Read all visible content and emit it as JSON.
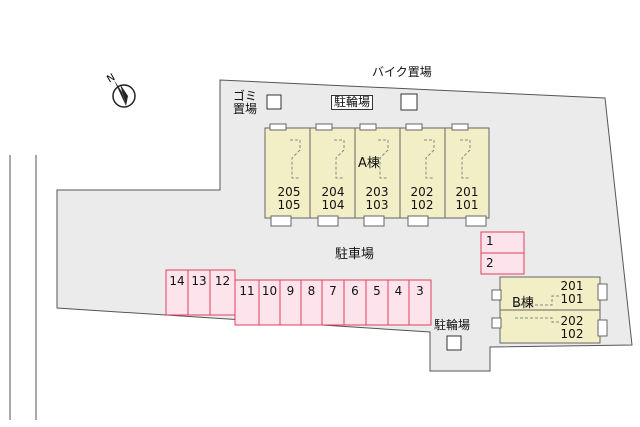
{
  "labels": {
    "garbage": "ゴミ\n置場",
    "bicycle_top": "駐輪場",
    "bike": "バイク置場",
    "parking": "駐車場",
    "bicycle_bottom": "駐輪場"
  },
  "building_a": {
    "name": "A棟",
    "units": [
      {
        "upper": "205",
        "lower": "105"
      },
      {
        "upper": "204",
        "lower": "104"
      },
      {
        "upper": "203",
        "lower": "103"
      },
      {
        "upper": "202",
        "lower": "102"
      },
      {
        "upper": "201",
        "lower": "101"
      }
    ]
  },
  "building_b": {
    "name": "B棟",
    "units": [
      {
        "upper": "201",
        "lower": "101"
      },
      {
        "upper": "202",
        "lower": "102"
      }
    ]
  },
  "parking_spaces": {
    "row": [
      "14",
      "13",
      "12",
      "11",
      "10",
      "9",
      "8",
      "7",
      "6",
      "5",
      "4",
      "3"
    ],
    "right": [
      "1",
      "2"
    ]
  },
  "colors": {
    "lot": "#ebebeb",
    "building": "#f2efc6",
    "parking_fill": "#fde4ec",
    "parking_border": "#e0405a",
    "outline": "#555555"
  },
  "compass": {
    "letter": "N"
  }
}
